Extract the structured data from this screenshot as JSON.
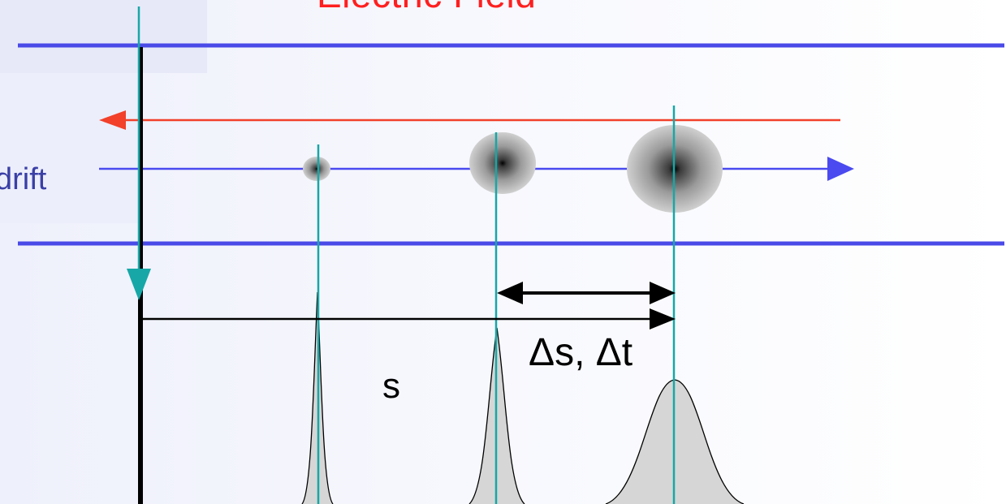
{
  "title": "Electric Field",
  "drift_label": "drift",
  "distance_label": "s",
  "delta_label": "Δs, Δt",
  "icons": {
    "field_arrow": "arrow-left-icon",
    "drift_arrow": "arrow-right-icon",
    "detector_marker": "triangle-down-icon"
  },
  "colors": {
    "title": "#ff1f1f",
    "field_arrow": "#f2402a",
    "drift_arrow": "#4a4af0",
    "channel_walls": "#4a4ae8",
    "markers": "#17a7a7",
    "detector_line": "#000000",
    "peaks_fill": "#d6d6d6",
    "drift_text": "#3a3fa6"
  }
}
